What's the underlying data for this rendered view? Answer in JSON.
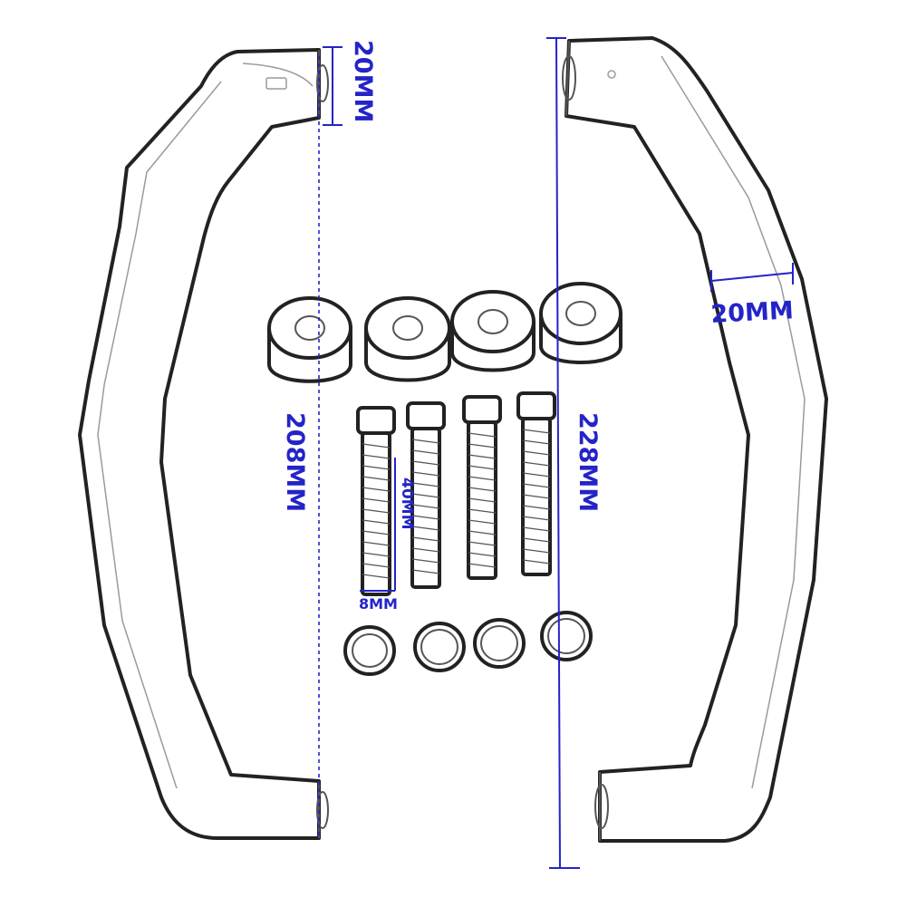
{
  "dimensions": {
    "left_handle_end_width": "20MM",
    "left_handle_length": "208MM",
    "right_handle_length": "228MM",
    "right_handle_width": "20MM",
    "bolt_length": "40MM",
    "bolt_diameter": "8MM"
  },
  "parts": {
    "spacer_count": 4,
    "bolt_count": 4,
    "washer_count": 4
  },
  "colors": {
    "dimension": "#2424c8",
    "outline": "#222222"
  }
}
